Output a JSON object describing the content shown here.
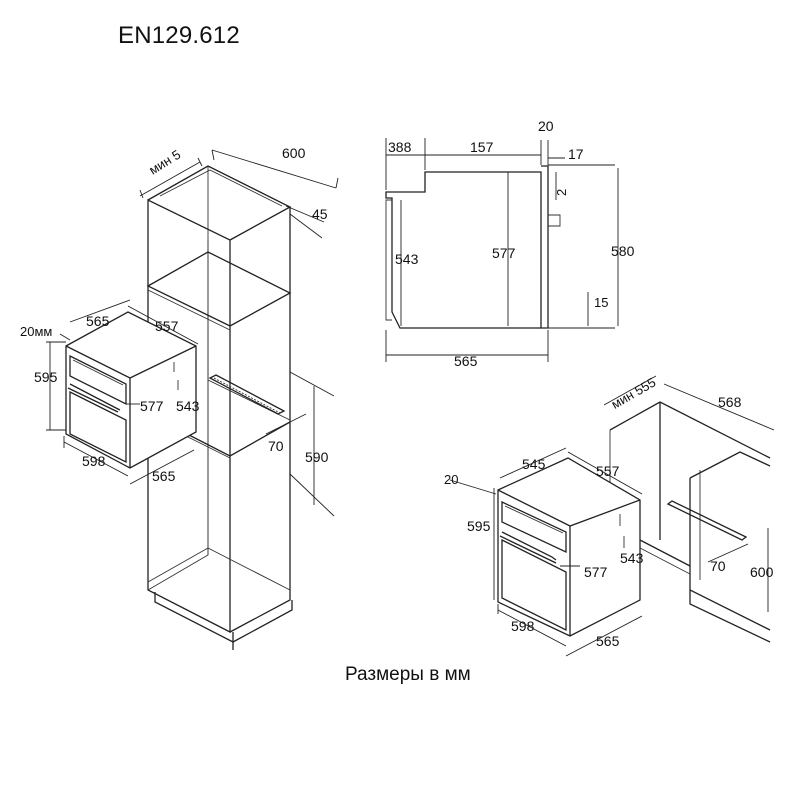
{
  "title": "EN129.612",
  "caption": "Размеры в мм",
  "column_cabinet": {
    "labels": {
      "min_gap": "мин 5",
      "depth": "600",
      "rear": "45",
      "vent": "70",
      "niche_height": "590"
    }
  },
  "left_oven": {
    "labels": {
      "gap": "20мм",
      "top_width": "565",
      "top_depth": "557",
      "height": "595",
      "inner_height": "577",
      "side_height": "543",
      "width": "598",
      "depth": "565"
    }
  },
  "side_view": {
    "labels": {
      "a": "388",
      "b": "157",
      "c": "20",
      "d": "17",
      "e": "2",
      "f": "543",
      "g": "577",
      "h": "580",
      "i": "15",
      "j": "565"
    }
  },
  "under_counter": {
    "labels": {
      "min_gap": "мин 555",
      "depth": "568",
      "vent": "70",
      "height": "600"
    }
  },
  "right_oven": {
    "labels": {
      "gap": "20",
      "top_width": "545",
      "top_depth": "557",
      "height": "595",
      "inner_height": "577",
      "side_height": "543",
      "width": "598",
      "depth": "565"
    }
  }
}
